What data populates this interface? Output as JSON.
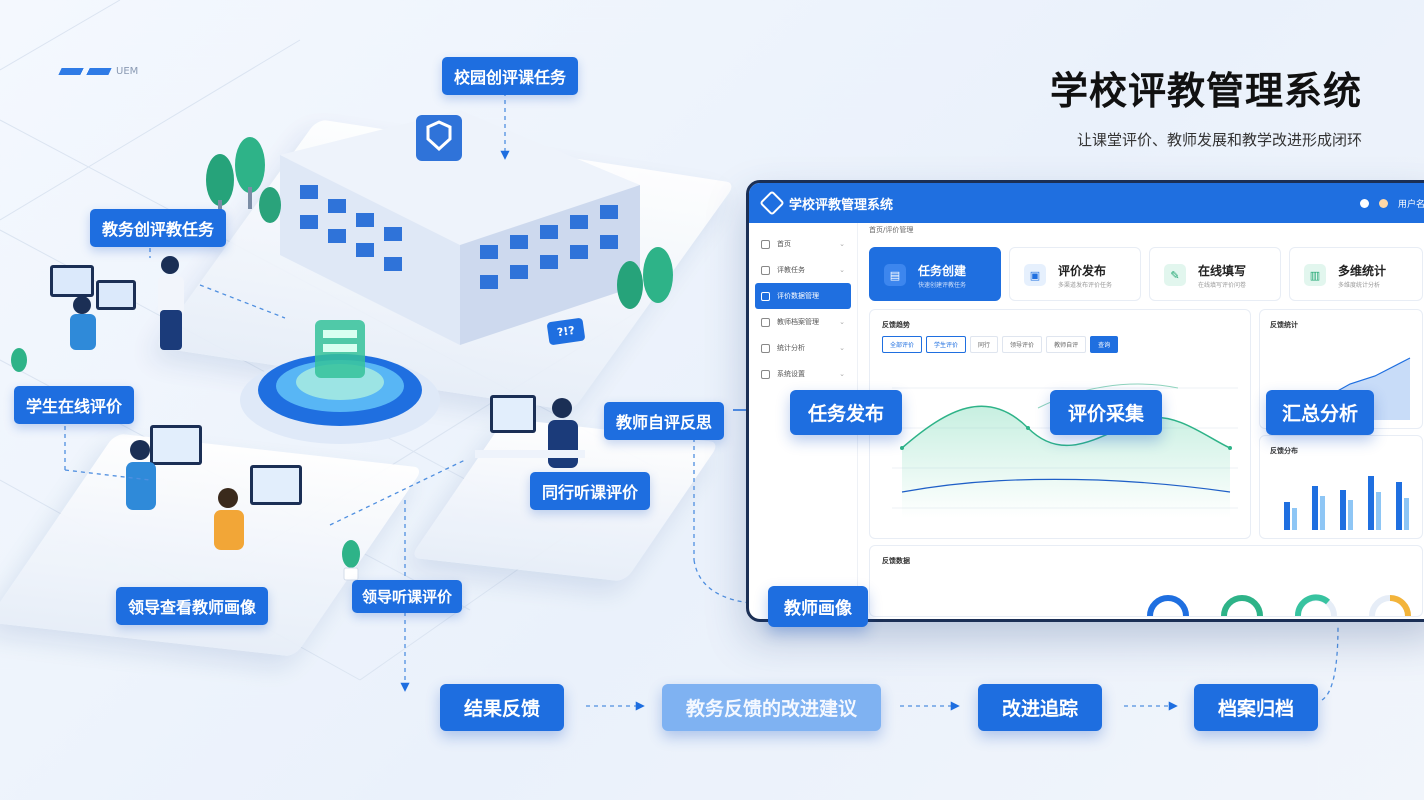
{
  "brand": {
    "title": "学校评教管理系统",
    "subtitle": "让课堂评价、教师发展和教学改进形成闭环"
  },
  "corner_logo": {
    "text": "UEM"
  },
  "scene_labels": {
    "campus_task": "校园创评课任务",
    "academic_task": "教务创评教任务",
    "student_eval": "学生在线评价",
    "peer_eval": "同行听课评价",
    "leader_portrait": "领导查看教师画像",
    "leader_eval": "领导听课评价",
    "self_reflect": "教师自评反思",
    "speech_bubble": "?!?"
  },
  "flow": {
    "publish": "任务发布",
    "collect": "评价采集",
    "analyze": "汇总分析",
    "portrait": "教师画像",
    "feedback": "结果反馈",
    "suggest": "教务反馈的改进建议",
    "track": "改进追踪",
    "archive": "档案归档"
  },
  "app": {
    "title": "学校评教管理系统",
    "header_user": "用户名",
    "breadcrumb": "首页/评价管理",
    "sidebar": [
      {
        "label": "首页",
        "icon": "home-icon"
      },
      {
        "label": "评教任务",
        "icon": "task-icon"
      },
      {
        "label": "评价数据管理",
        "icon": "data-icon",
        "active": true
      },
      {
        "label": "教师档案管理",
        "icon": "archive-icon"
      },
      {
        "label": "统计分析",
        "icon": "chart-icon"
      },
      {
        "label": "系统设置",
        "icon": "settings-icon"
      }
    ],
    "cards": [
      {
        "title": "任务创建",
        "sub": "快速创建评教任务",
        "icon": "doc-icon"
      },
      {
        "title": "评价发布",
        "sub": "多渠道发布评价任务",
        "icon": "publish-icon"
      },
      {
        "title": "在线填写",
        "sub": "在线填写评价问卷",
        "icon": "edit-icon"
      },
      {
        "title": "多维统计",
        "sub": "多维度统计分析",
        "icon": "stats-icon"
      }
    ],
    "trend_panel": {
      "title": "反馈趋势",
      "tabs": [
        "全部评价",
        "学生评价",
        "同行",
        "领导评价",
        "教师自评",
        "查询"
      ]
    },
    "summary_panel": {
      "title": "反馈统计"
    },
    "bar_panel": {
      "title": "反馈分布"
    },
    "table_panel": {
      "title": "反馈数据"
    }
  },
  "colors": {
    "primary": "#1e6ee0",
    "light_flow": "#7fb2f2",
    "green": "#20a672",
    "dark_frame": "#1b2f55"
  }
}
